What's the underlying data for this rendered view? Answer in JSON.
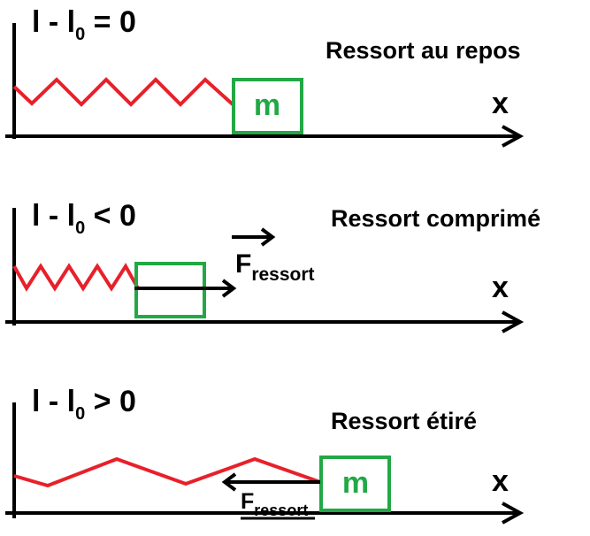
{
  "colors": {
    "spring": "#e8202a",
    "mass": "#22a845",
    "ink": "#000000",
    "background": "#ffffff"
  },
  "axis_label": "x",
  "panels": [
    {
      "eq_l": "l - l",
      "eq_sub": "0",
      "eq_rel": " = 0",
      "caption": "Ressort au repos",
      "mass_label": "m",
      "force_letter": "",
      "force_sub": ""
    },
    {
      "eq_l": "l - l",
      "eq_sub": "0",
      "eq_rel": " < 0",
      "caption": "Ressort comprimé",
      "mass_label": "",
      "force_letter": "F",
      "force_sub": "ressort"
    },
    {
      "eq_l": "l - l",
      "eq_sub": "0",
      "eq_rel": " > 0",
      "caption": "Ressort étiré",
      "mass_label": "m",
      "force_letter": "F",
      "force_sub": "ressort"
    }
  ]
}
